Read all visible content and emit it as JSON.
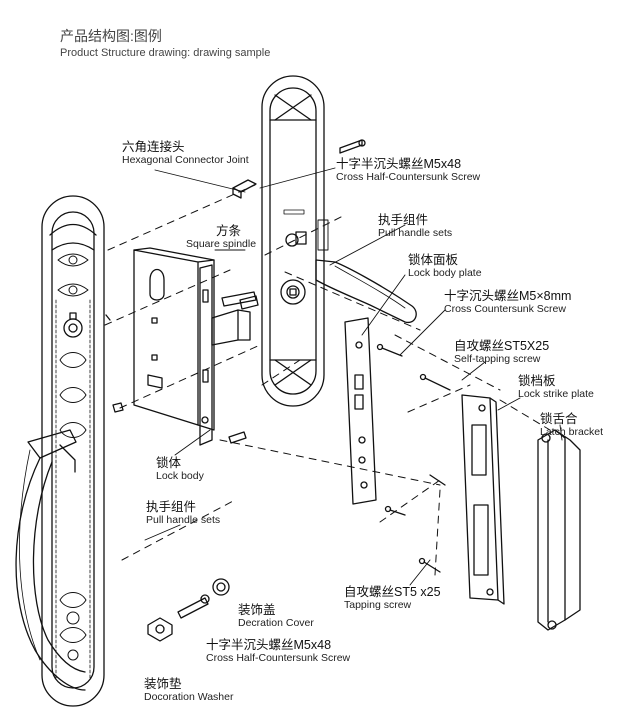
{
  "header": {
    "title_cn": "产品结构图:图例",
    "title_en": "Product Structure drawing: drawing sample"
  },
  "labels": {
    "hex_connector": {
      "cn": "六角连接头",
      "en": "Hexagonal Connector Joint"
    },
    "cross_half_top": {
      "cn": "十字半沉头螺丝M5x48",
      "en": "Cross Half-Countersunk Screw"
    },
    "pull_handle_top": {
      "cn": "执手组件",
      "en": "Pull handle sets"
    },
    "square_spindle": {
      "cn": "方条",
      "en": "Square spindle"
    },
    "lock_body_plate": {
      "cn": "锁体面板",
      "en": "Lock body plate"
    },
    "cross_countersunk": {
      "cn": "十字沉头螺丝M5×8mm",
      "en": "Cross Countersunk Screw"
    },
    "self_tapping": {
      "cn": "自攻螺丝ST5X25",
      "en": "Self-tapping screw"
    },
    "lock_strike": {
      "cn": "锁档板",
      "en": "Lock strike plate"
    },
    "latch_bracket": {
      "cn": "锁舌合",
      "en": "Latch bracket"
    },
    "lock_body": {
      "cn": "锁体",
      "en": "Lock body"
    },
    "pull_handle_bottom": {
      "cn": "执手组件",
      "en": "Pull handle sets"
    },
    "tapping_screw": {
      "cn": "自攻螺丝ST5 x25",
      "en": "Tapping screw"
    },
    "decoration_cover": {
      "cn": "装饰盖",
      "en": "Decration Cover"
    },
    "cross_half_bottom": {
      "cn": "十字半沉头螺丝M5x48",
      "en": "Cross Half-Countersunk Screw"
    },
    "decoration_washer": {
      "cn": "装饰垫",
      "en": "Docoration Washer"
    }
  }
}
